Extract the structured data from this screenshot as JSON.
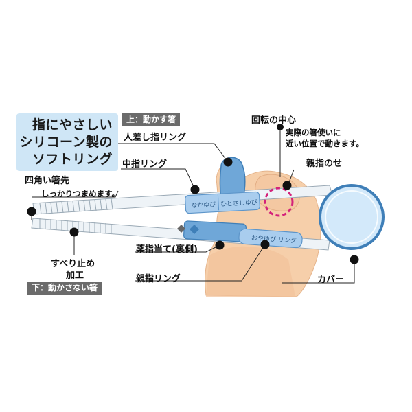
{
  "title_lines": [
    "指にやさしい",
    "シリコーン製の",
    "ソフトリング"
  ],
  "tags": {
    "upper": "上：動かす箸",
    "lower": "下：動かさない箸"
  },
  "labels": {
    "index_ring": "人差し指リング",
    "middle_ring": "中指リング",
    "square_tip": "四角い箸先",
    "square_tip_note": "しっかりつまめます。",
    "non_slip_1": "すべり止め",
    "non_slip_2": "加工",
    "ring_finger_rest": "薬指当て(裏側)",
    "thumb_ring": "親指リング",
    "cover": "カバー",
    "center_of_rotation": "回転の中心",
    "center_note_1": "実際の箸使いに",
    "center_note_2": "近い位置で動きます。",
    "thumb_rest": "親指のせ"
  },
  "ring_text": {
    "nakayubi": "なかゆび",
    "hitosashiyubi": "ひとさしゆび",
    "oyayubi": "おやゆび リング"
  },
  "colors": {
    "title_bg": "#cfe6f6",
    "tag_bg": "#6b6b6b",
    "ring_blue": "#6fa7d8",
    "ring_light": "#a9cdee",
    "skin": "#f6cfaa",
    "dashed_circle": "#d4217a"
  }
}
